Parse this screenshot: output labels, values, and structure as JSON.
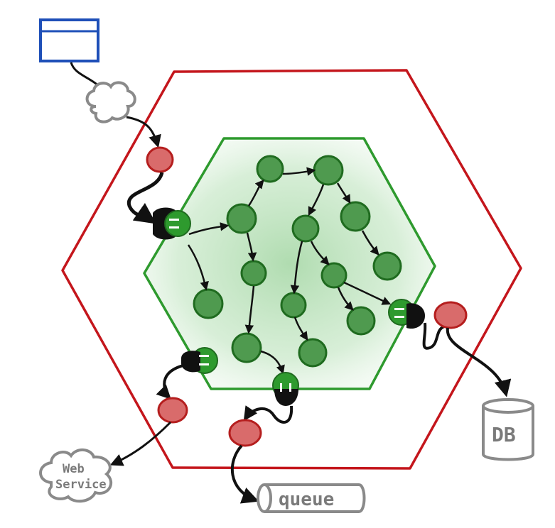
{
  "labels": {
    "web_service_line1": "Web",
    "web_service_line2": "Service",
    "queue": "queue",
    "db": "DB"
  },
  "colors": {
    "outer_hexagon": "#c4161c",
    "inner_hexagon": "#2e9a2e",
    "node_fill": "#4f9a4f",
    "node_stroke": "#1f6b1f",
    "adapter_fill": "#d96b6b",
    "adapter_stroke": "#b51e1e",
    "browser_window": "#1e4fb8",
    "external_gray": "#8a8a8a",
    "plug_black": "#111111"
  },
  "icons": [
    "browser-window-icon",
    "internet-cloud-icon",
    "web-service-cloud-icon",
    "queue-cylinder-icon",
    "db-cylinder-icon",
    "plug-icon",
    "adapter-icon",
    "node-icon"
  ]
}
